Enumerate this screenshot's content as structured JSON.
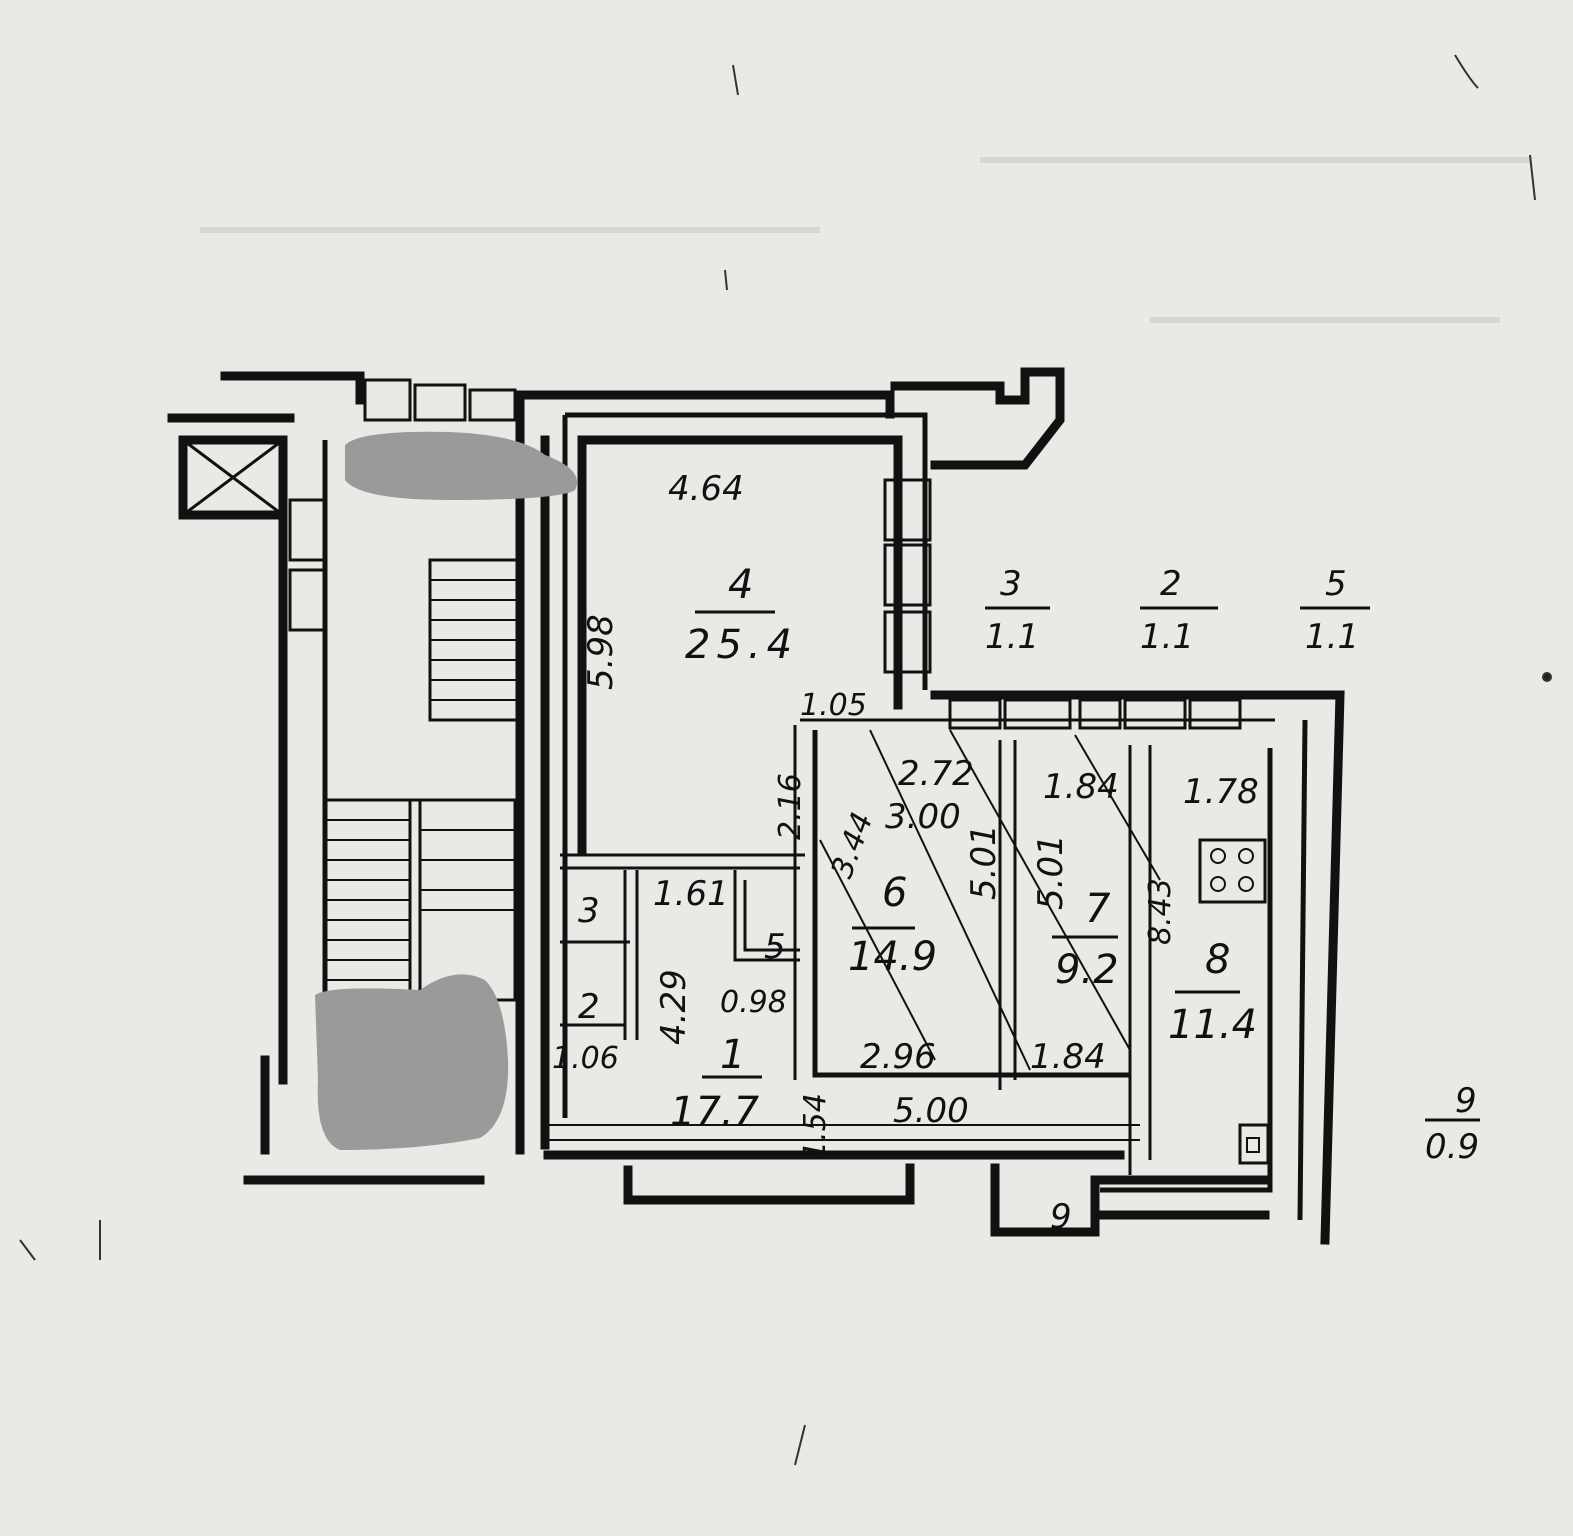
{
  "plan": {
    "rooms": [
      {
        "id": "room-4",
        "number": "4",
        "area": "25.4"
      },
      {
        "id": "room-6",
        "number": "6",
        "area": "14.9"
      },
      {
        "id": "room-7",
        "number": "7",
        "area": "9.2"
      },
      {
        "id": "room-8",
        "number": "8",
        "area": "11.4"
      },
      {
        "id": "room-1",
        "number": "1",
        "area": "17.7"
      },
      {
        "id": "room-3",
        "number": "3"
      },
      {
        "id": "room-2",
        "number": "2"
      },
      {
        "id": "room-5",
        "number": "5"
      },
      {
        "id": "room-9",
        "number": "9"
      }
    ],
    "dimensions": [
      "4.64",
      "5.98",
      "1.05",
      "2.16",
      "2.72",
      "3.00",
      "5.01",
      "5.01",
      "1.84",
      "1.78",
      "8.43",
      "1.61",
      "4.29",
      "0.98",
      "1.06",
      "1.54",
      "5.00",
      "2.96",
      "1.84",
      "3.44"
    ],
    "side_legend": [
      {
        "number": "3",
        "area": "1.1"
      },
      {
        "number": "2",
        "area": "1.1"
      },
      {
        "number": "5",
        "area": "1.1"
      },
      {
        "number": "9",
        "area": "0.9"
      }
    ]
  }
}
